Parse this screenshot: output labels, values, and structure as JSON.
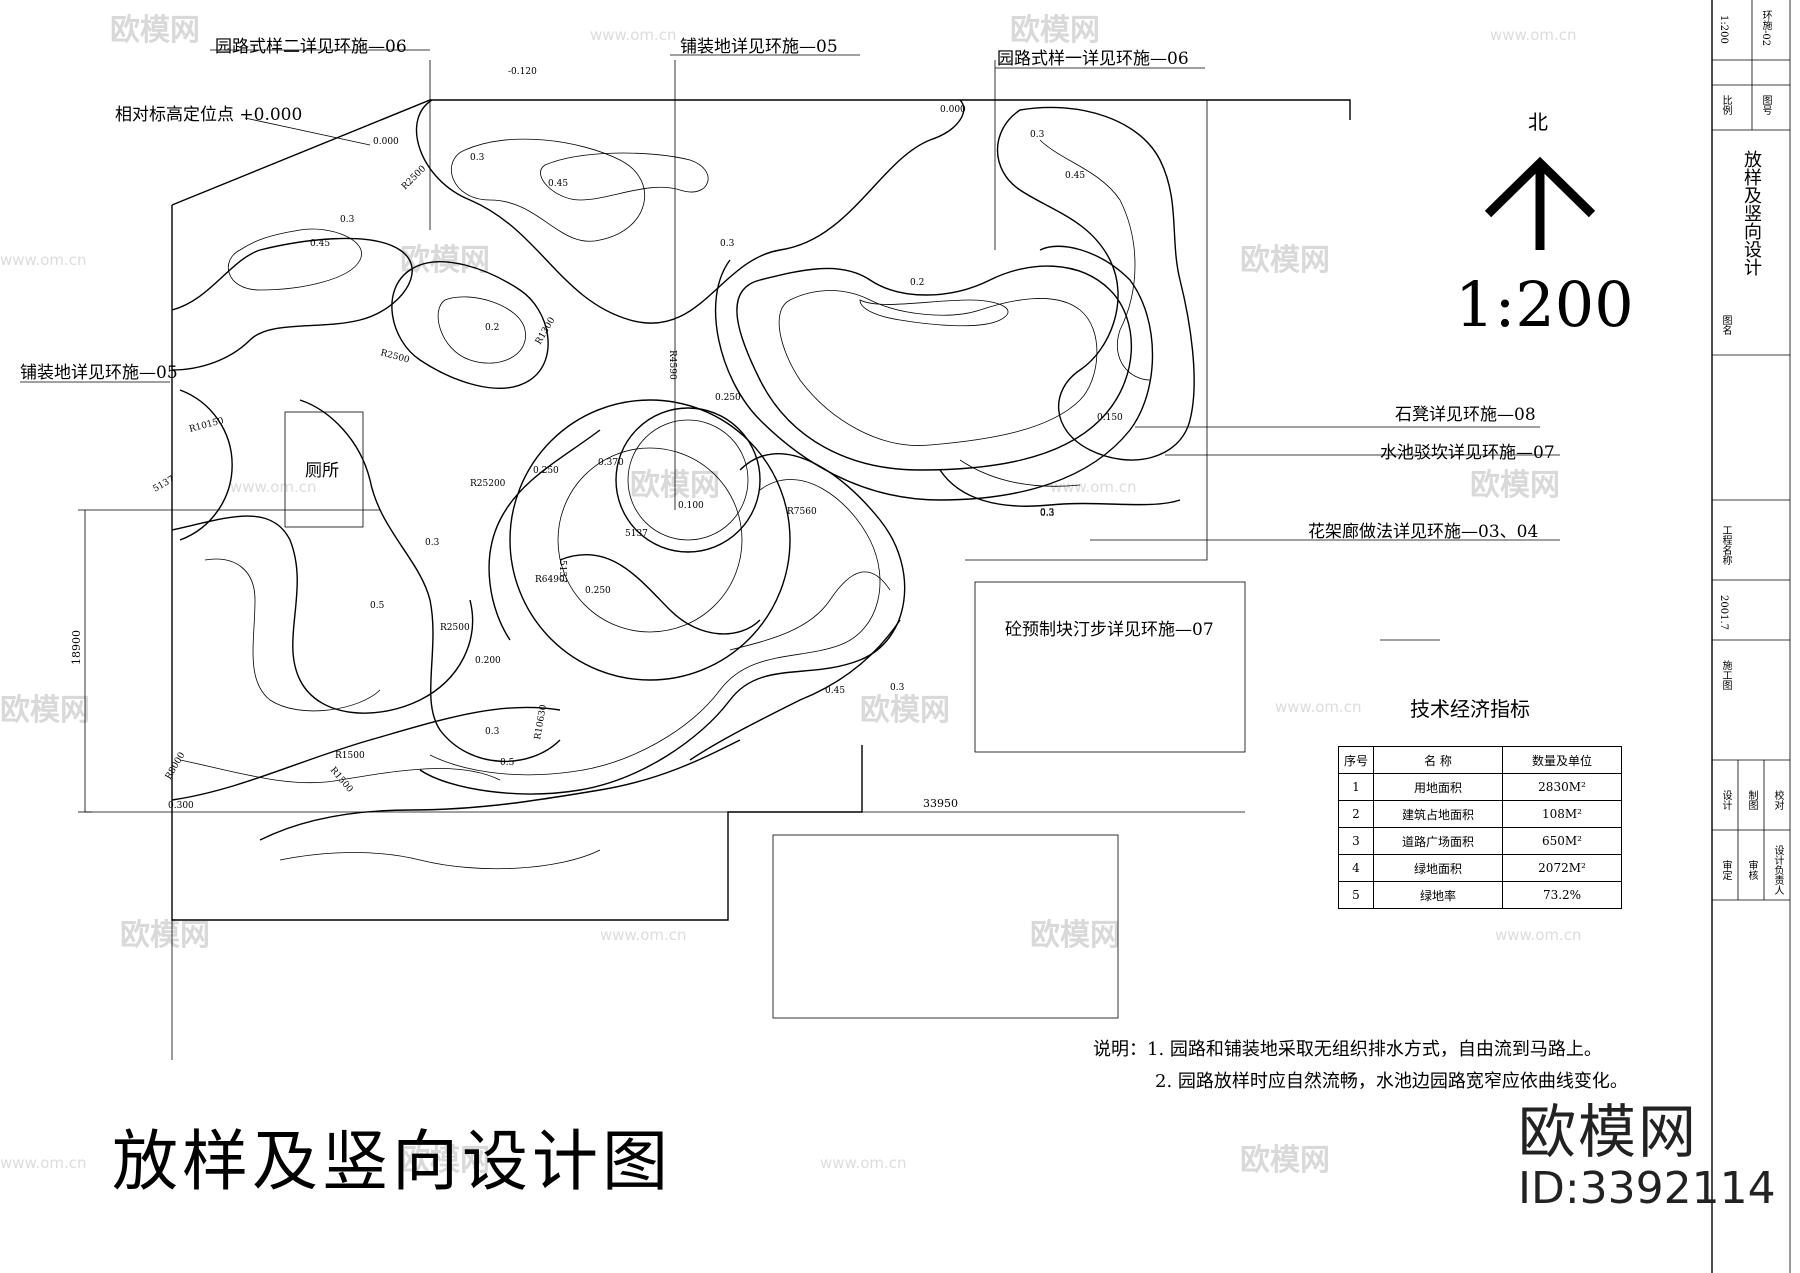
{
  "drawing_title": "放样及竖向设计图",
  "scale": "1:200",
  "north_label": "北",
  "callouts": {
    "path_style_2": "园路式样二详见环施—06",
    "paving_top": "铺装地详见环施—05",
    "path_style_1": "园路式样一详见环施—06",
    "relative_datum": "相对标高定位点 +0.000",
    "paving_left": "铺装地详见环施—05",
    "stone_bench": "石凳详见环施—08",
    "pond_revetment": "水池驳坎详见环施—07",
    "pergola": "花架廊做法详见环施—03、04",
    "stepping_stones": "砼预制块汀步详见环施—07"
  },
  "toilet_label": "厕所",
  "dimensions": {
    "width": "33950",
    "height": "18900"
  },
  "elevations": [
    "-0.120",
    "0.000",
    "0.000",
    "0.3",
    "0.45",
    "0.3",
    "0.45",
    "0.3",
    "0.2",
    "0.2",
    "0.3",
    "0.45",
    "0.3",
    "0.250",
    "0.370",
    "0.250",
    "0.100",
    "0.250",
    "0.200",
    "0.5",
    "0.3",
    "0.3",
    "0.5",
    "0.45",
    "0.3",
    "0.150",
    "0.3",
    "0.300"
  ],
  "radii": [
    "R2500",
    "R1300",
    "R4590",
    "R25200",
    "R7560",
    "R6490",
    "R10630",
    "R2500",
    "R1500",
    "R1500",
    "R2500",
    "R10150",
    "R8000",
    "5137",
    "5137",
    "5137"
  ],
  "eco_table": {
    "title": "技术经济指标",
    "headers": [
      "序号",
      "名 称",
      "数量及单位"
    ],
    "rows": [
      [
        "1",
        "用地面积",
        "2830M²"
      ],
      [
        "2",
        "建筑占地面积",
        "108M²"
      ],
      [
        "3",
        "道路广场面积",
        "650M²"
      ],
      [
        "4",
        "绿地面积",
        "2072M²"
      ],
      [
        "5",
        "绿地率",
        "73.2%"
      ]
    ]
  },
  "notes": {
    "line1": "说明：1. 园路和铺装地采取无组织排水方式，自由流到马路上。",
    "line2": "2. 园路放样时应自然流畅，水池边园路宽窄应依曲线变化。"
  },
  "title_block": {
    "drawing_name": "放样及竖向设计",
    "label_drawing": "图名",
    "label_scale": "比例",
    "scale_value": "1:200",
    "label_sheet": "图号",
    "sheet_value": "环施-02",
    "project": "工程名称",
    "date": "2001.7",
    "stage": "施工图",
    "design": "设计",
    "drafting": "制图",
    "check": "校对",
    "review": "审核",
    "approve": "审定",
    "chief": "设计负责人"
  },
  "watermark": {
    "brand": "欧模网",
    "url": "www.om.cn"
  },
  "logo": {
    "name": "欧模网",
    "id": "ID:3392114"
  }
}
